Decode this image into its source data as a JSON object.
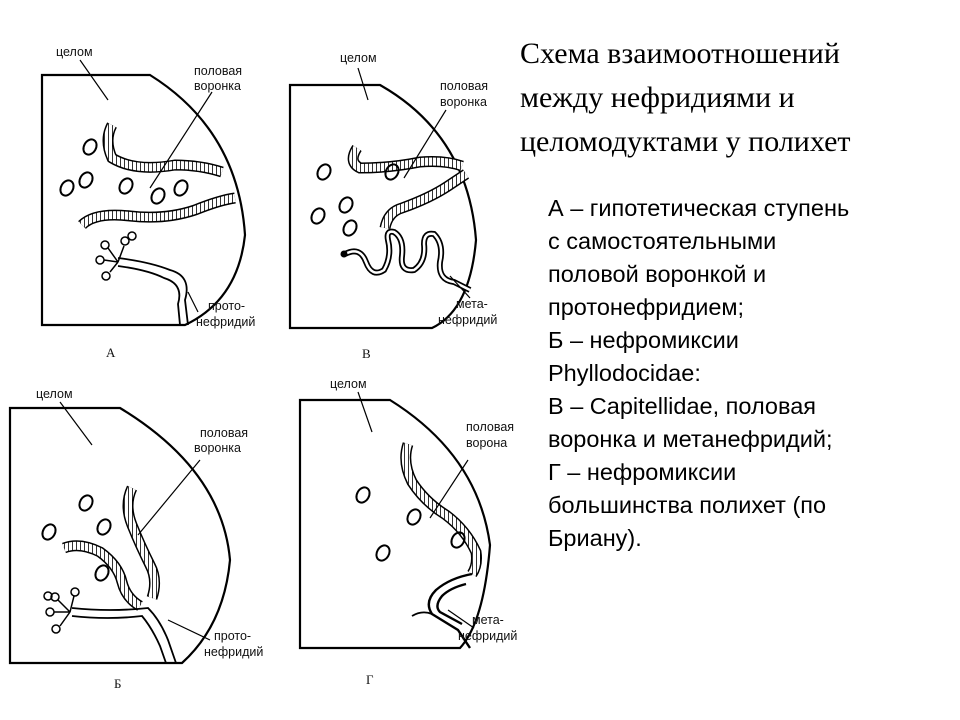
{
  "title": {
    "lines": [
      "Схема взаимоотношений",
      "между нефридиями и",
      "целомодуктами у полихет"
    ]
  },
  "legend": {
    "lines": [
      "А – гипотетическая ступень",
      "с самостоятельными",
      "половой воронкой и",
      "протонефридием;",
      "Б – нефромиксии",
      "Phyllodocidae:",
      "В – Capitellidae, половая",
      "воронка и метанефридий;",
      "Г – нефромиксии",
      "большинства полихет (по",
      "Бриану)."
    ]
  },
  "panels": {
    "a": {
      "letter": "А",
      "coelom": "целом",
      "funnel": [
        "половая",
        "воронка"
      ],
      "nephridium": [
        "прото-",
        "нефридий"
      ]
    },
    "v": {
      "letter": "В",
      "coelom": "целом",
      "funnel": [
        "половая",
        "воронка"
      ],
      "nephridium": [
        "мета-",
        "нефридий"
      ]
    },
    "b": {
      "letter": "Б",
      "coelom": "целом",
      "funnel": [
        "половая",
        "воронка"
      ],
      "nephridium": [
        "прото-",
        "нефридий"
      ]
    },
    "g": {
      "letter": "Г",
      "coelom": "целом",
      "funnel": [
        "половая",
        "ворона"
      ],
      "nephridium": [
        "мета-",
        "нефридий"
      ]
    }
  }
}
